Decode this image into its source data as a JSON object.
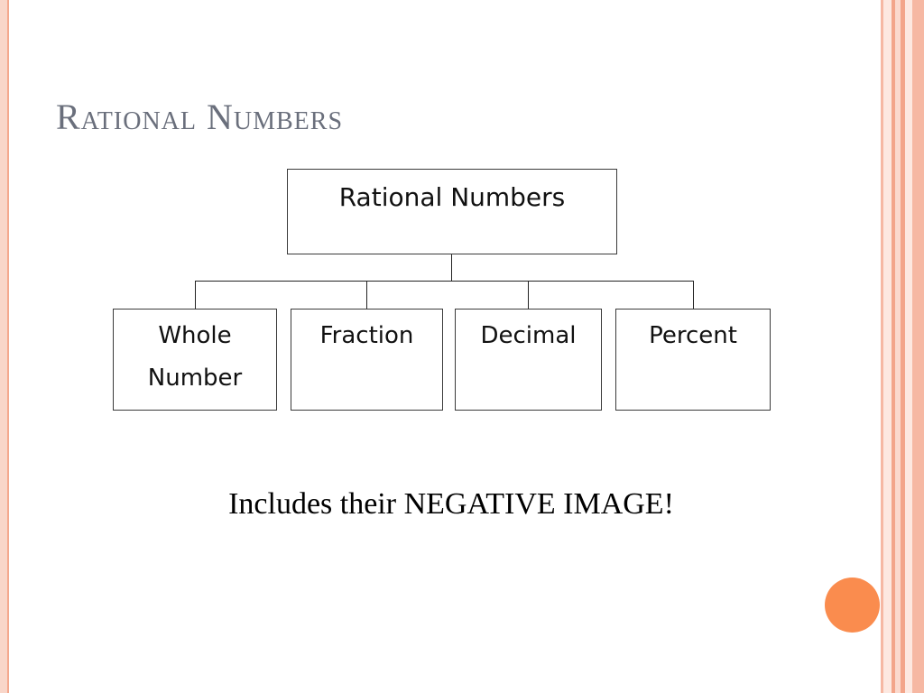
{
  "title": "Rational Numbers",
  "diagram": {
    "root": {
      "label": "Rational Numbers"
    },
    "children": [
      {
        "label": "Whole Number"
      },
      {
        "label": "Fraction"
      },
      {
        "label": "Decimal"
      },
      {
        "label": "Percent"
      }
    ]
  },
  "note": "Includes their NEGATIVE IMAGE!",
  "colors": {
    "title": "#6a6f7c",
    "accent_orange": "#fa8c4e",
    "border_stripe_light": "#f9d6c9",
    "border_stripe_dark": "#f4a88e"
  }
}
